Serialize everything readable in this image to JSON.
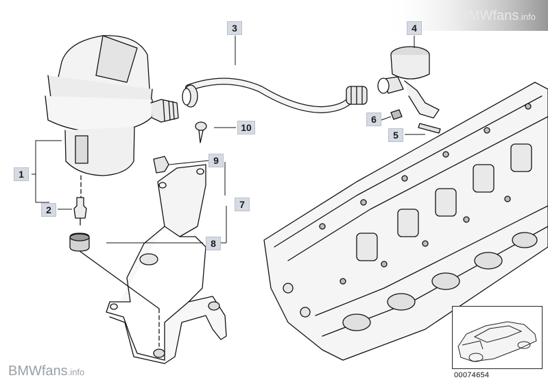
{
  "callouts": {
    "c1": "1",
    "c2": "2",
    "c3": "3",
    "c4": "4",
    "c5": "5",
    "c6": "6",
    "c7": "7",
    "c8": "8",
    "c9": "9",
    "c10": "10"
  },
  "watermark_top": {
    "brand": "BMWfans",
    "suffix": ".info"
  },
  "watermark_bottom": {
    "brand": "BMWfans",
    "suffix": ".info"
  },
  "reference_number": "00074654",
  "colors": {
    "line": "#111111",
    "callout_bg": "#d6dbe3",
    "background": "#ffffff"
  }
}
